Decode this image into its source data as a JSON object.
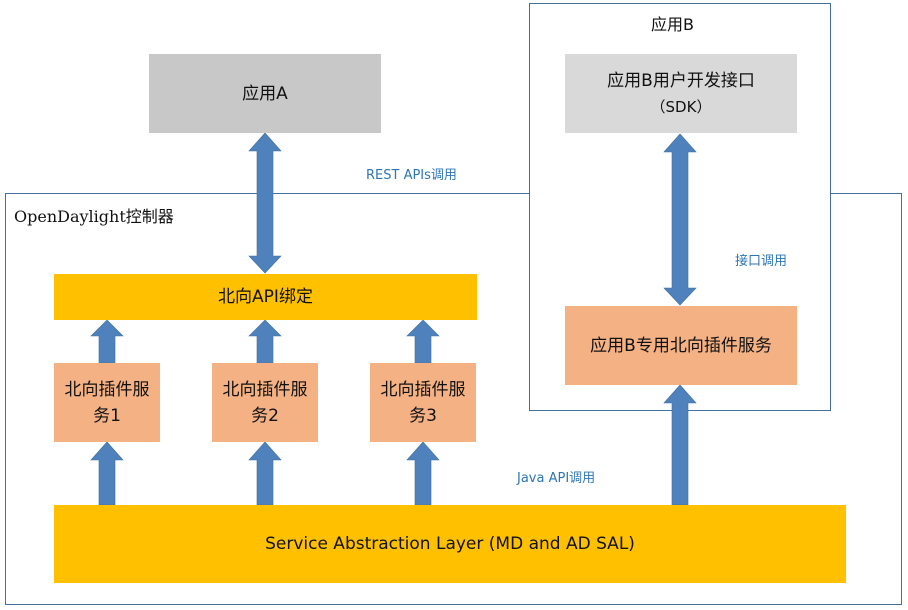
{
  "app_a": {
    "label": "应用A"
  },
  "app_b": {
    "title": "应用B",
    "sdk_line1": "应用B用户开发接口",
    "sdk_line2": "（SDK）",
    "plugin_service": "应用B专用北向插件服务"
  },
  "controller": {
    "title": "OpenDaylight控制器"
  },
  "northbound_api": {
    "label": "北向API绑定"
  },
  "plugins": [
    {
      "line1": "北向插件服",
      "line2": "务1"
    },
    {
      "line1": "北向插件服",
      "line2": "务2"
    },
    {
      "line1": "北向插件服",
      "line2": "务3"
    }
  ],
  "sal": {
    "label": "Service Abstraction Layer (MD and AD SAL)"
  },
  "captions": {
    "rest": "REST APIs调用",
    "interface": "接口调用",
    "java": "Java API调用"
  },
  "colors": {
    "frame": "#41719c",
    "arrow": "#4f81bd",
    "caption": "#2e75b6",
    "gold": "#ffc000",
    "salmon": "#f4b183",
    "gray": "#c8c8c8"
  }
}
